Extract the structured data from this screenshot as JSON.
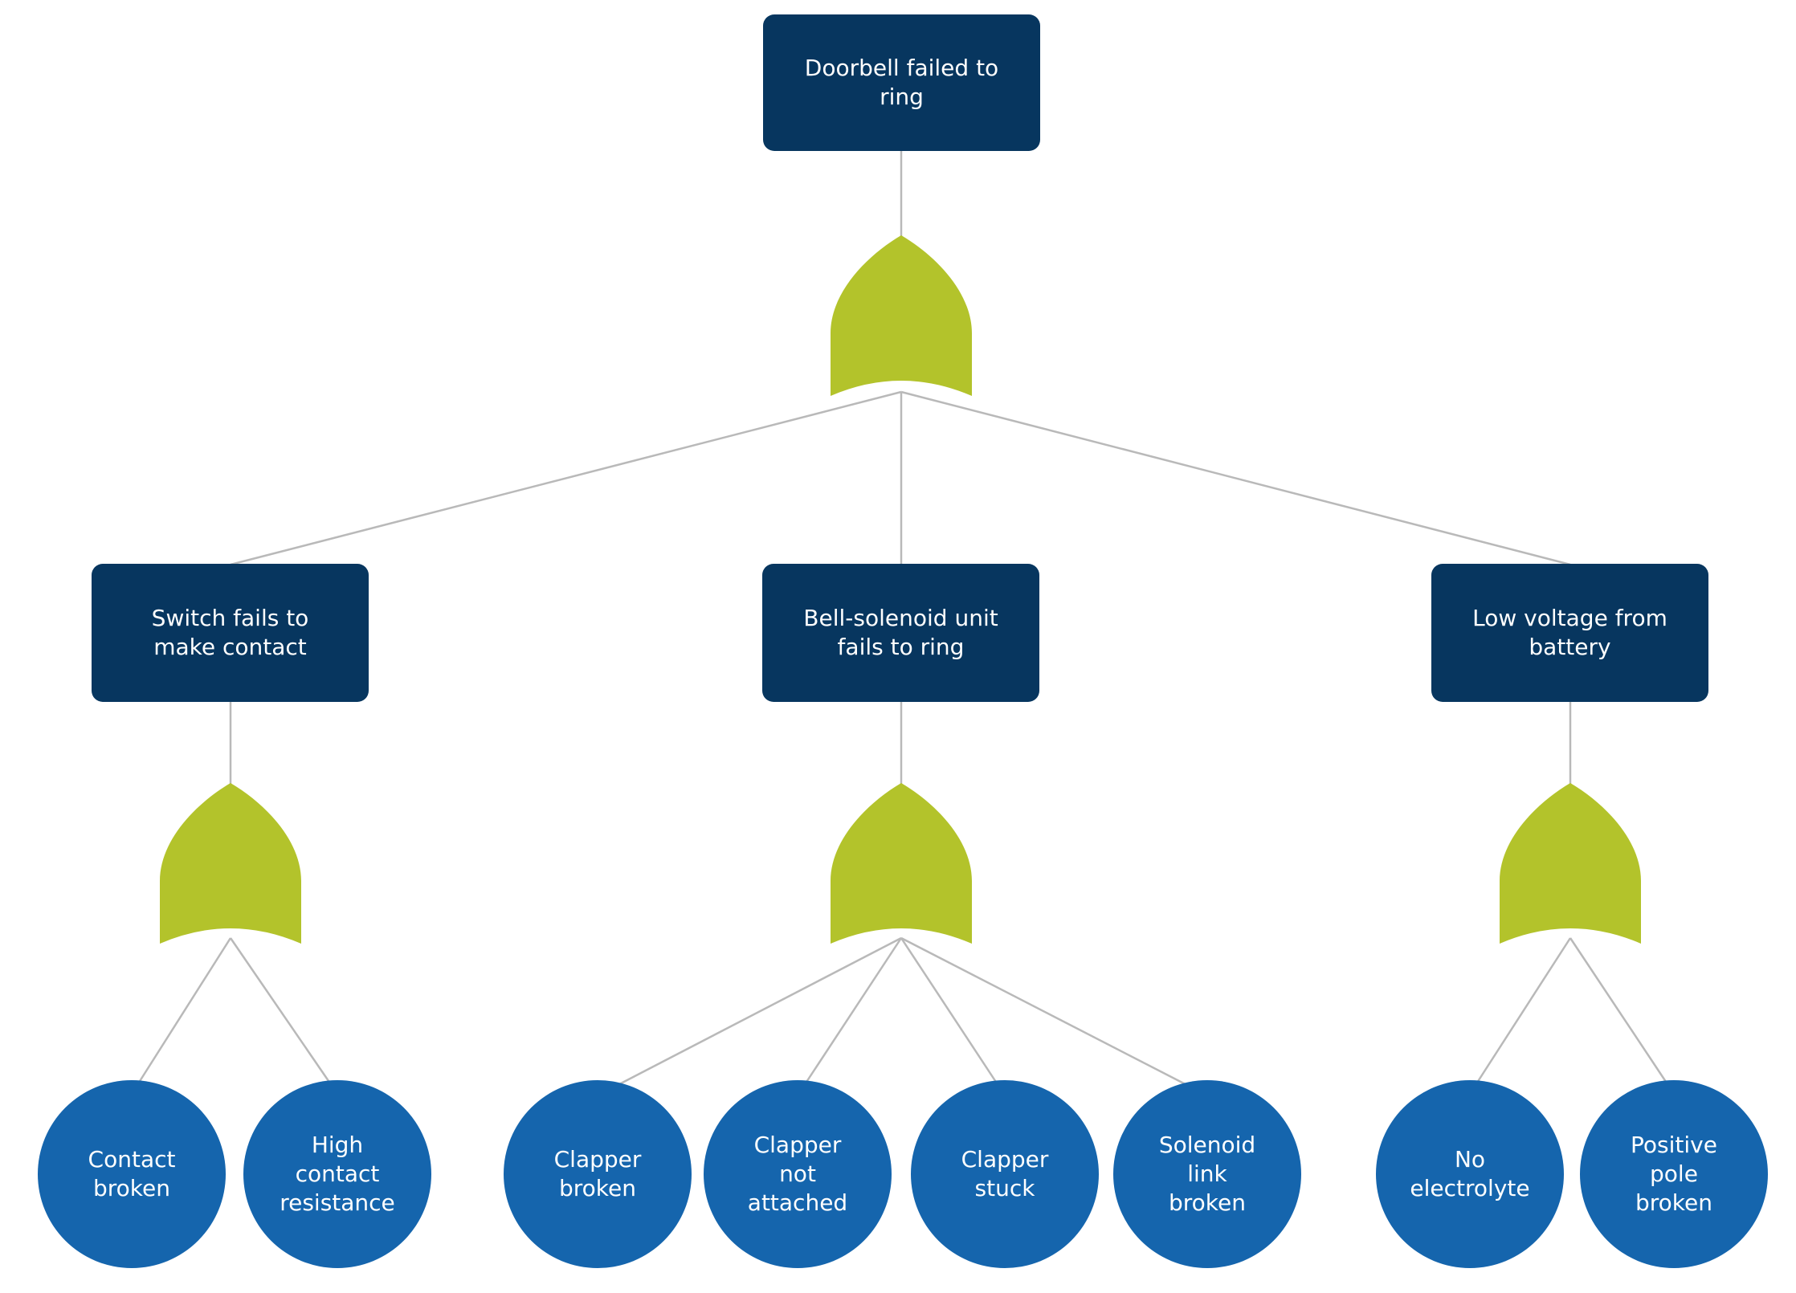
{
  "diagram": {
    "type": "fault-tree",
    "gate_type": "OR",
    "root": {
      "label": "Doorbell failed to\nring"
    },
    "branches": [
      {
        "label": "Switch fails to\nmake contact",
        "leaves": [
          {
            "label": "Contact\nbroken"
          },
          {
            "label": "High\ncontact\nresistance"
          }
        ]
      },
      {
        "label": "Bell-solenoid unit\nfails to ring",
        "leaves": [
          {
            "label": "Clapper\nbroken"
          },
          {
            "label": "Clapper\nnot\nattached"
          },
          {
            "label": "Clapper\nstuck"
          },
          {
            "label": "Solenoid\nlink\nbroken"
          }
        ]
      },
      {
        "label": "Low voltage from\nbattery",
        "leaves": [
          {
            "label": "No\nelectrolyte"
          },
          {
            "label": "Positive\npole\nbroken"
          }
        ]
      }
    ],
    "colors": {
      "event_box": "#07365f",
      "basic_event": "#1565ad",
      "or_gate": "#b3c32b",
      "connector": "#b9b9b9",
      "label_text": "#ffffff",
      "background": "#ffffff"
    }
  }
}
